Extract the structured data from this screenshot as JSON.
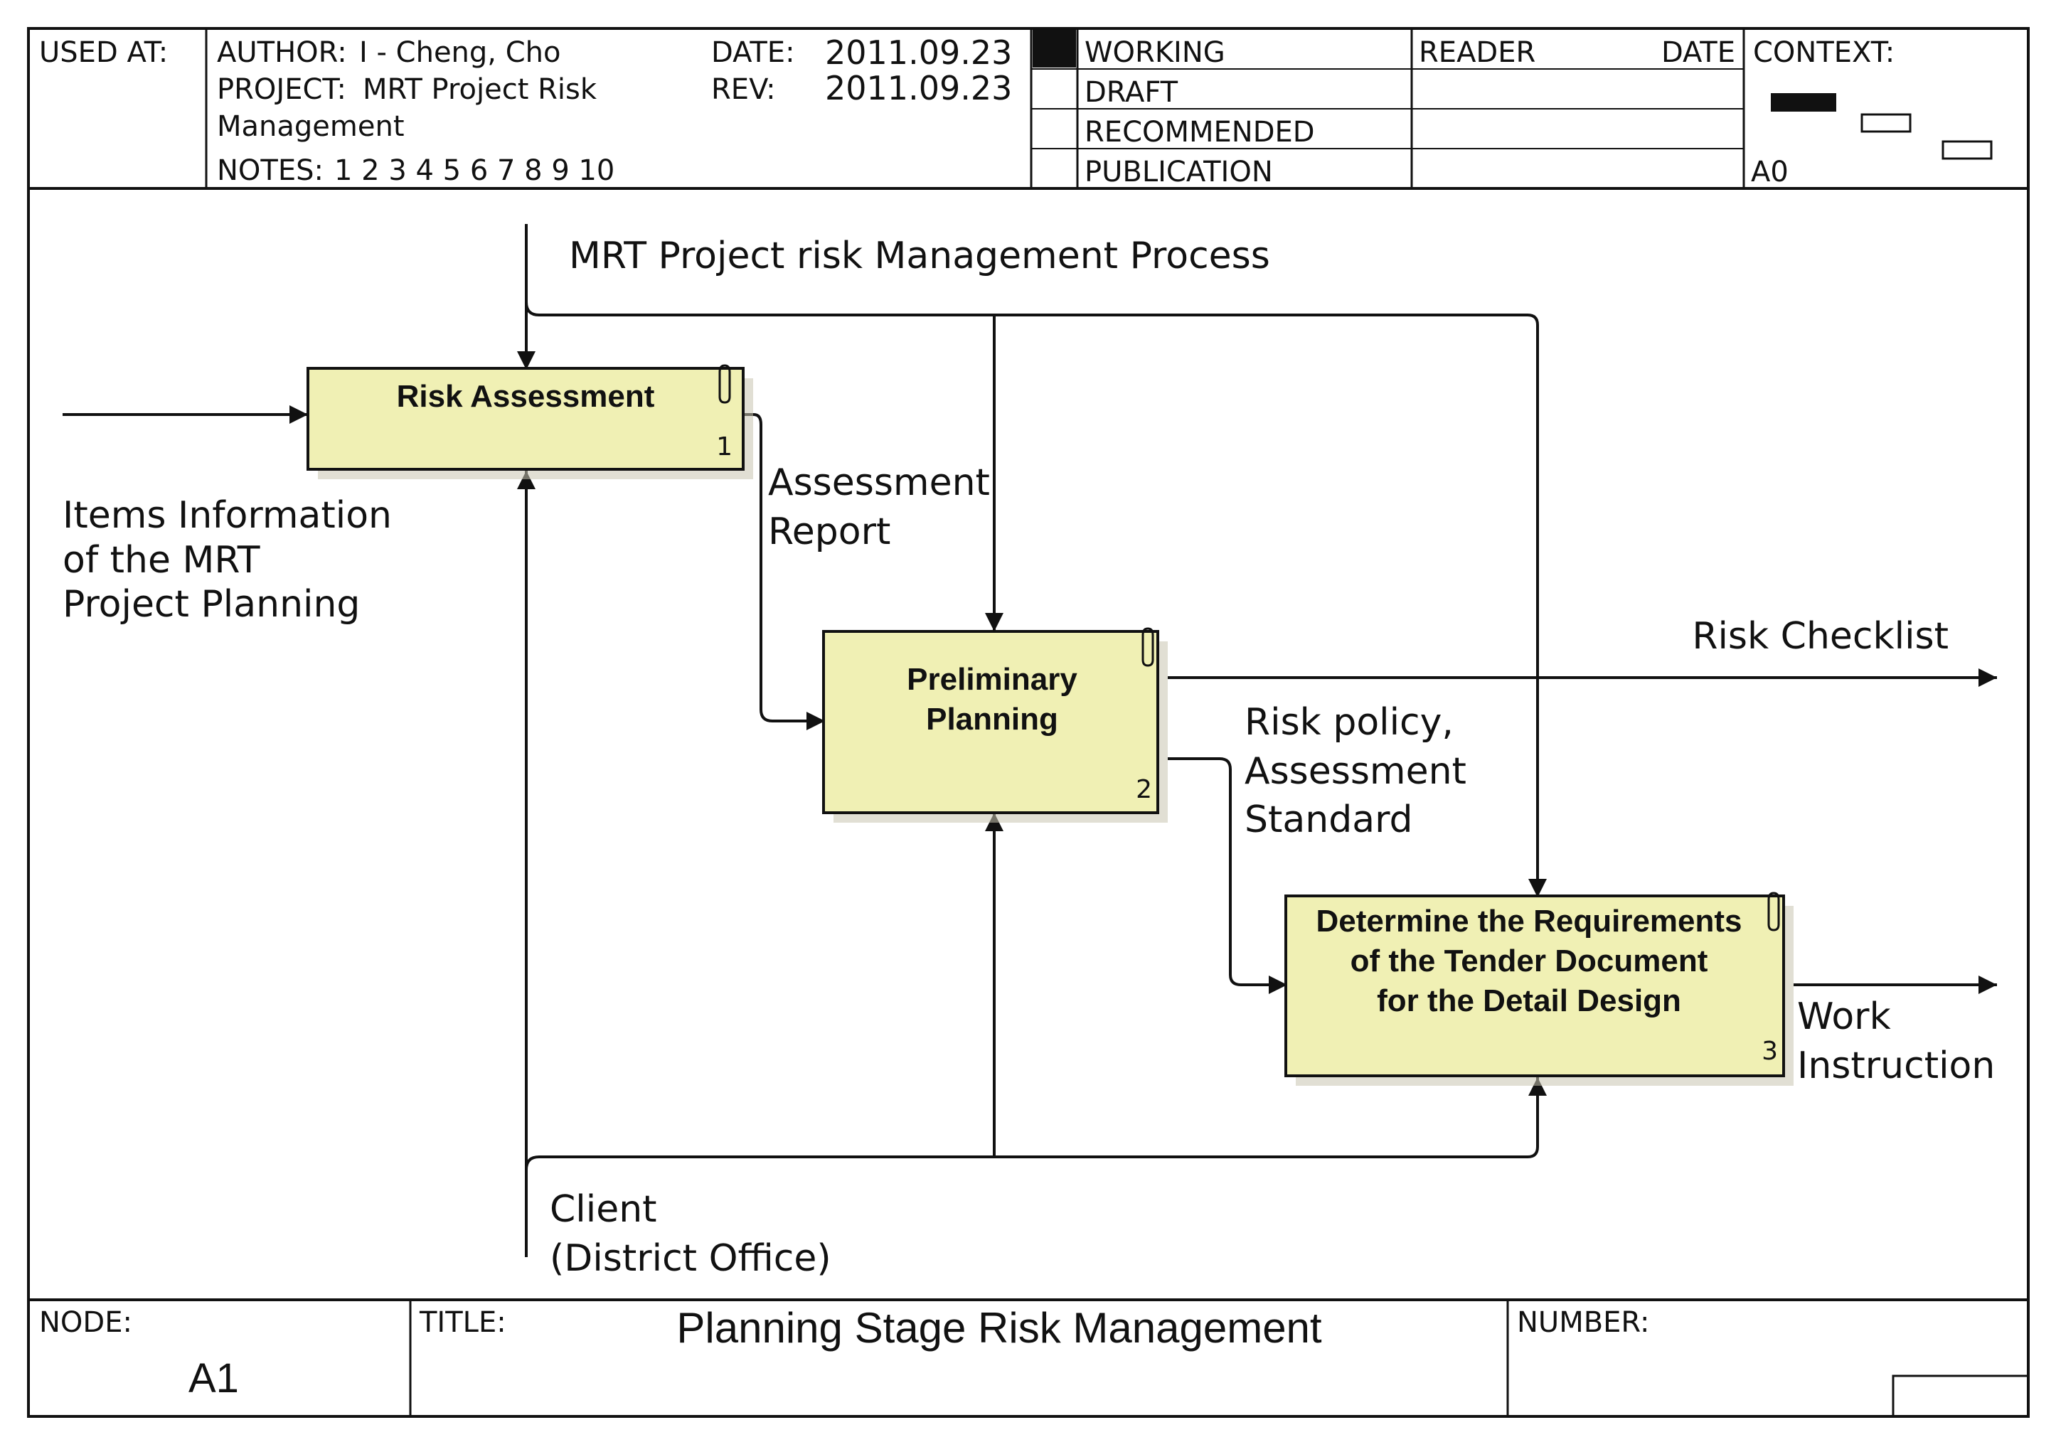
{
  "header": {
    "used_at_label": "USED AT:",
    "author_label": "AUTHOR:",
    "author": "I - Cheng, Cho",
    "project_label": "PROJECT:",
    "project_line1": "MRT Project Risk",
    "project_line2": "Management",
    "notes_label": "NOTES:",
    "notes": "1  2  3  4  5  6  7  8  9  10",
    "date_label": "DATE:",
    "date": "2011.09.23",
    "rev_label": "REV:",
    "rev": "2011.09.23",
    "status": [
      "WORKING",
      "DRAFT",
      "RECOMMENDED",
      "PUBLICATION"
    ],
    "reader_label": "READER",
    "reader_date_label": "DATE",
    "context_label": "CONTEXT:",
    "context_node": "A0"
  },
  "boxes": [
    {
      "title": [
        "Risk Assessment"
      ],
      "number": "1"
    },
    {
      "title": [
        "Preliminary",
        "Planning"
      ],
      "number": "2"
    },
    {
      "title": [
        "Determine the Requirements",
        "of the Tender Document",
        "for the Detail Design"
      ],
      "number": "3"
    }
  ],
  "arrows": {
    "control_top": "MRT Project risk Management Process",
    "input_left": [
      "Items Information",
      "of the MRT",
      "Project Planning"
    ],
    "assessment_report": [
      "Assessment",
      "Report"
    ],
    "risk_checklist": "Risk Checklist",
    "risk_policy": [
      "Risk policy,",
      "Assessment",
      "Standard"
    ],
    "work_instruction": [
      "Work",
      "Instruction"
    ],
    "mechanism_bottom": [
      "Client",
      "(District Office)"
    ]
  },
  "footer": {
    "node_label": "NODE:",
    "node": "A1",
    "title_label": "TITLE:",
    "title": "Planning Stage  Risk Management",
    "number_label": "NUMBER:"
  },
  "colors": {
    "box_fill": "#f0f0b4",
    "line": "#111111",
    "shadow": "#c8c4b0"
  }
}
